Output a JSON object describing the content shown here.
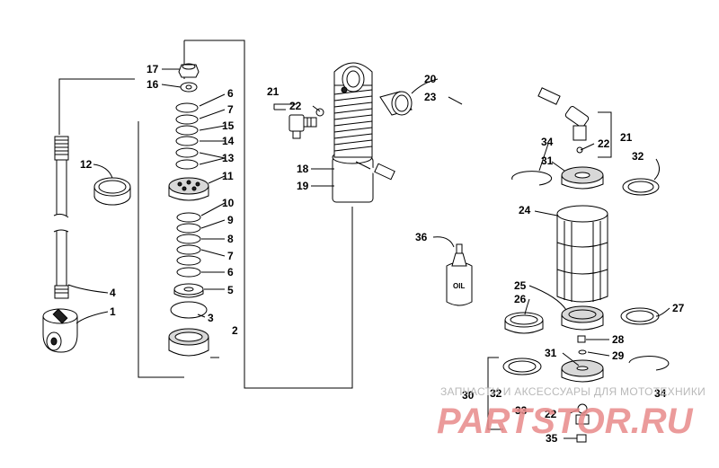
{
  "labels": {
    "l1": "1",
    "l2": "2",
    "l3": "3",
    "l4": "4",
    "l5": "5",
    "l6a": "6",
    "l6b": "6",
    "l7a": "7",
    "l7b": "7",
    "l8": "8",
    "l9": "9",
    "l10": "10",
    "l11": "11",
    "l12": "12",
    "l13": "13",
    "l14": "14",
    "l15": "15",
    "l16": "16",
    "l17": "17",
    "l18": "18",
    "l19": "19",
    "l20": "20",
    "l21a": "21",
    "l21b": "21",
    "l22a": "22",
    "l22b": "22",
    "l22c": "22",
    "l23": "23",
    "l24": "24",
    "l25": "25",
    "l26": "26",
    "l27": "27",
    "l28": "28",
    "l29": "29",
    "l30": "30",
    "l31a": "31",
    "l31b": "31",
    "l32a": "32",
    "l32b": "32",
    "l33": "33",
    "l34a": "34",
    "l34b": "34",
    "l35": "35",
    "l36": "36"
  },
  "oil_bottle_text": "OIL",
  "watermark": {
    "tagline": "ЗАПЧАСТИ И АКСЕССУАРЫ ДЛЯ МОТОТЕХНИКИ",
    "brand": "PARTSTOR.RU"
  },
  "colors": {
    "watermark_brand": "#e88a8a",
    "watermark_tagline": "#b9b9b9",
    "line": "#000000"
  }
}
